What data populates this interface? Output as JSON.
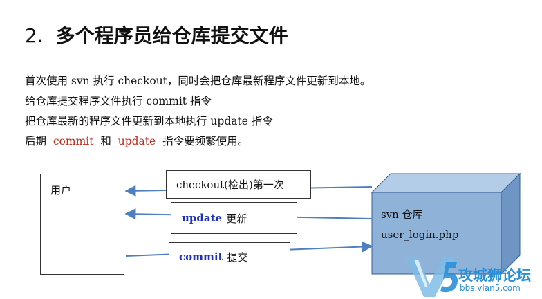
{
  "title": {
    "number": "2.",
    "text": "多个程序员给仓库提交文件"
  },
  "body_lines": {
    "line1": "首次使用 svn 执行 checkout，同时会把仓库最新程序文件更新到本地。",
    "line2": "给仓库提交程序文件执行 commit 指令",
    "line3": "把仓库最新的程序文件更新到本地执行 update 指令",
    "line4": {
      "prefix": "后期",
      "commit": "commit",
      "and": "和",
      "update": "update",
      "suffix": "指令要频繁使用。"
    }
  },
  "diagram": {
    "user_label": "用户",
    "checkout_label": "checkout(检出)第一次",
    "update_cmd": "update",
    "update_text": "更新",
    "commit_cmd": "commit",
    "commit_text": "提交",
    "repo_title": "svn 仓库",
    "repo_file": "user_login.php"
  },
  "watermark": {
    "name": "攻城狮论坛",
    "url": "bbs.vlan5.com"
  },
  "colors": {
    "keyword_red": "#c0281c",
    "command_blue": "#1c31b8",
    "arrow": "#4e7fbe",
    "repo_front": "#8eb2d8",
    "repo_top": "#b3cde8",
    "repo_side": "#6f95c4",
    "watermark": "#2b8fd8"
  }
}
